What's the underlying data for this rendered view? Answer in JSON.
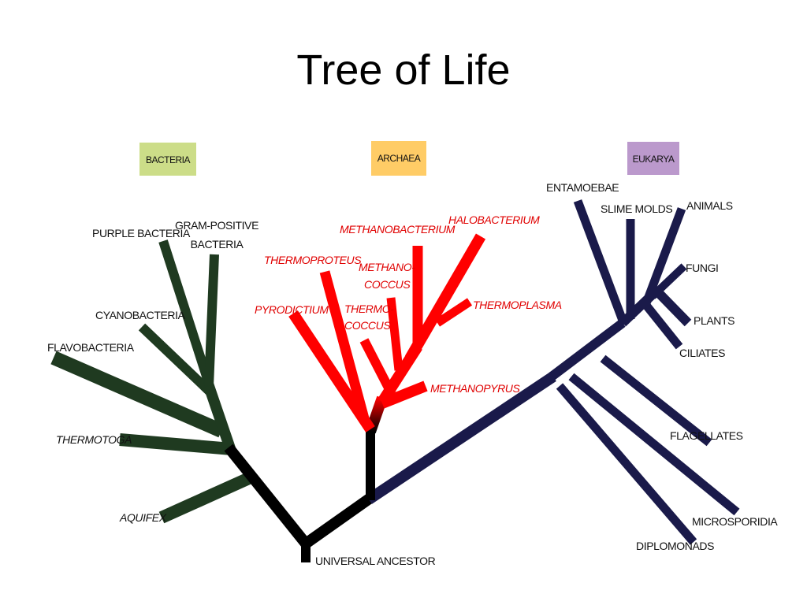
{
  "title": "Tree of Life",
  "colors": {
    "bacteria_branch": "#1f3a20",
    "archaea_branch": "#ff0000",
    "archaea_stem": "#000000",
    "eukarya_branch": "#1a1a4a",
    "trunk": "#000000",
    "bacteria_box": "#ccdd88",
    "archaea_box": "#ffcc66",
    "eukarya_box": "#bb99cc",
    "archaea_text": "#e00000"
  },
  "domains": {
    "bacteria": "BACTERIA",
    "archaea": "ARCHAEA",
    "eukarya": "EUKARYA"
  },
  "root": "UNIVERSAL ANCESTOR",
  "bacteria": {
    "purple": "PURPLE BACTERIA",
    "gram_line1": "GRAM-POSITIVE",
    "gram_line2": "BACTERIA",
    "cyano": "CYANOBACTERIA",
    "flavo": "FLAVOBACTERIA",
    "thermotoga": "THERMOTOGA",
    "aquifex": "AQUIFEX"
  },
  "archaea": {
    "methanobacterium": "METHANOBACTERIUM",
    "halobacterium": "HALOBACTERIUM",
    "thermoproteus": "THERMOPROTEUS",
    "methanococcus_line1": "METHANO-",
    "methanococcus_line2": "COCCUS",
    "thermococcus_line1": "THERMO-",
    "thermococcus_line2": "COCCUS",
    "pyrodictium": "PYRODICTIUM",
    "thermoplasma": "THERMOPLASMA",
    "methanopyrus": "METHANOPYRUS"
  },
  "eukarya": {
    "entamoebae": "ENTAMOEBAE",
    "slime_molds": "SLIME MOLDS",
    "animals": "ANIMALS",
    "fungi": "FUNGI",
    "plants": "PLANTS",
    "ciliates": "CILIATES",
    "flagellates": "FLAGELLATES",
    "microsporidia": "MICROSPORIDIA",
    "diplomonads": "DIPLOMONADS"
  }
}
